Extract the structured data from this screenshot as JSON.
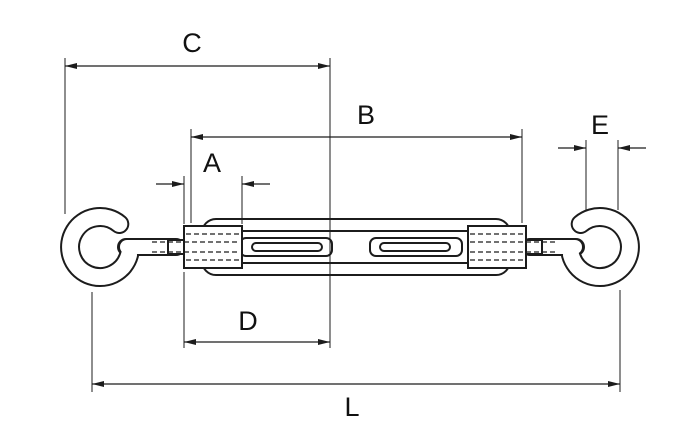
{
  "diagram": {
    "dimension_labels": {
      "A": "A",
      "B": "B",
      "C": "C",
      "D": "D",
      "E": "E",
      "L": "L"
    }
  },
  "colors": {
    "line": "#1c1c1c",
    "background": "#ffffff"
  }
}
